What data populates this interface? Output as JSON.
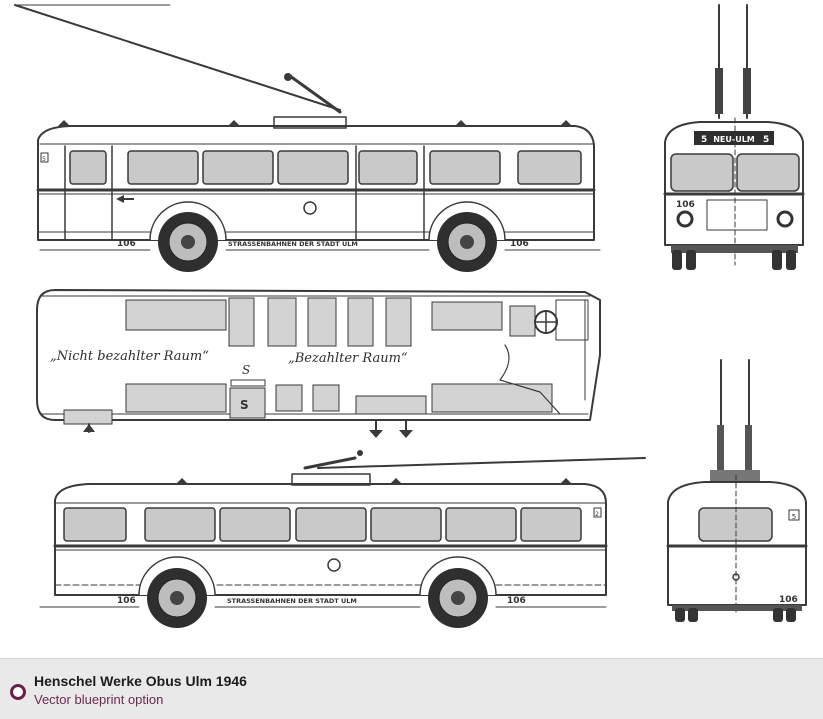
{
  "drawing": {
    "side_top": {
      "fleet_front": "106",
      "fleet_rear": "106",
      "livery": "STRASSENBAHNEN DER STADT ULM",
      "route_badge": "5"
    },
    "plan": {
      "unpaid_area": "„Nicht bezahlter Raum“",
      "paid_area": "„Bezahlter Raum“",
      "s_mark": "S",
      "s_box": "S"
    },
    "front": {
      "route_left": "5",
      "destination": "NEU-ULM",
      "route_right": "5",
      "fleet": "106"
    },
    "side_bottom": {
      "fleet_front": "106",
      "fleet_rear": "106",
      "livery": "STRASSENBAHNEN DER STADT ULM",
      "route_badge": "2"
    },
    "rear": {
      "route_badge": "5",
      "fleet": "106"
    }
  },
  "caption": {
    "title": "Henschel Werke Obus Ulm 1946",
    "subtitle": "Vector blueprint option"
  }
}
